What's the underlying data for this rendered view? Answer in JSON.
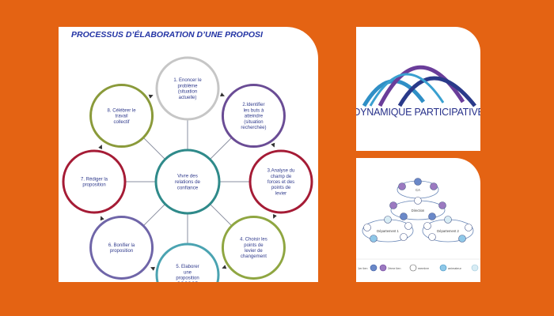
{
  "main": {
    "title": "PROCESSUS D’ÉLABORATION D’UNE  PROPOSI",
    "center": [
      "Vivre des",
      "relations de",
      "confiance"
    ],
    "steps": [
      {
        "lines": [
          "1. Enoncer le",
          "problème",
          "(situation",
          "actuelle)"
        ],
        "color": "#c6c6c6"
      },
      {
        "lines": [
          "2.Identifier",
          "les buts à",
          "atteindre",
          "(situation",
          "recherchée)"
        ],
        "color": "#6a4c95"
      },
      {
        "lines": [
          "3.Analyse du",
          "champ de",
          "forces et des",
          "points de",
          "levier"
        ],
        "color": "#a51b35"
      },
      {
        "lines": [
          "4. Choisir les",
          "points de",
          "levier de",
          "changement"
        ],
        "color": "#8fa641"
      },
      {
        "lines": [
          "5. Elaborer",
          "une",
          "proposition",
          "QQCOQP"
        ],
        "color": "#4aa3b1"
      },
      {
        "lines": [
          "6. Bonifier la",
          "proposition"
        ],
        "color": "#6f65a8"
      },
      {
        "lines": [
          "7. Rédiger la",
          "proposition"
        ],
        "color": "#a51b35"
      },
      {
        "lines": [
          "8. Célébrer le",
          "travail",
          "collectif"
        ],
        "color": "#8a9a3a"
      }
    ]
  },
  "logo": {
    "text": "DYNAMIQUE PARTICIPATIVE",
    "arc_colors": [
      "#2f8fc6",
      "#6a3d9a",
      "#2a3a8a"
    ]
  },
  "org": {
    "ca_label": "CA",
    "direction_label": "Direction",
    "dept1_label": "Département 1",
    "dept2_label": "Département 2",
    "legend": [
      "1er lien",
      "2ème lien",
      "membre",
      "animateur"
    ]
  }
}
